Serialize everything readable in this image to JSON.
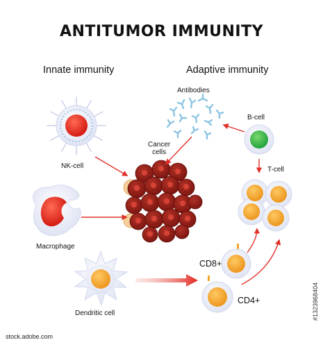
{
  "title": "ANTITUMOR IMMUNITY",
  "sections": {
    "innate": "Innate immunity",
    "adaptive": "Adaptive immunity"
  },
  "labels": {
    "antibodies": "Antibodies",
    "b_cell": "B-cell",
    "cancer_cells": "Cancer\ncells",
    "nk_cell": "NK-cell",
    "t_cell": "T-cell",
    "macrophage": "Macrophage",
    "cd8": "CD8+",
    "cd4": "CD4+",
    "dendritic_cell": "Dendritic cell"
  },
  "stock": {
    "site": "stock.adobe.com",
    "id": "#1323968404"
  },
  "colors": {
    "arrow": "#e0302a",
    "tumor": "#8b1a14",
    "b_cell_nucleus": "#38b04a",
    "t_cell_nucleus": "#f3a62c",
    "nk_nucleus": "#e8281e",
    "macrophage_nucleus": "#e04a2a",
    "antibody": "#7fbfe0"
  }
}
